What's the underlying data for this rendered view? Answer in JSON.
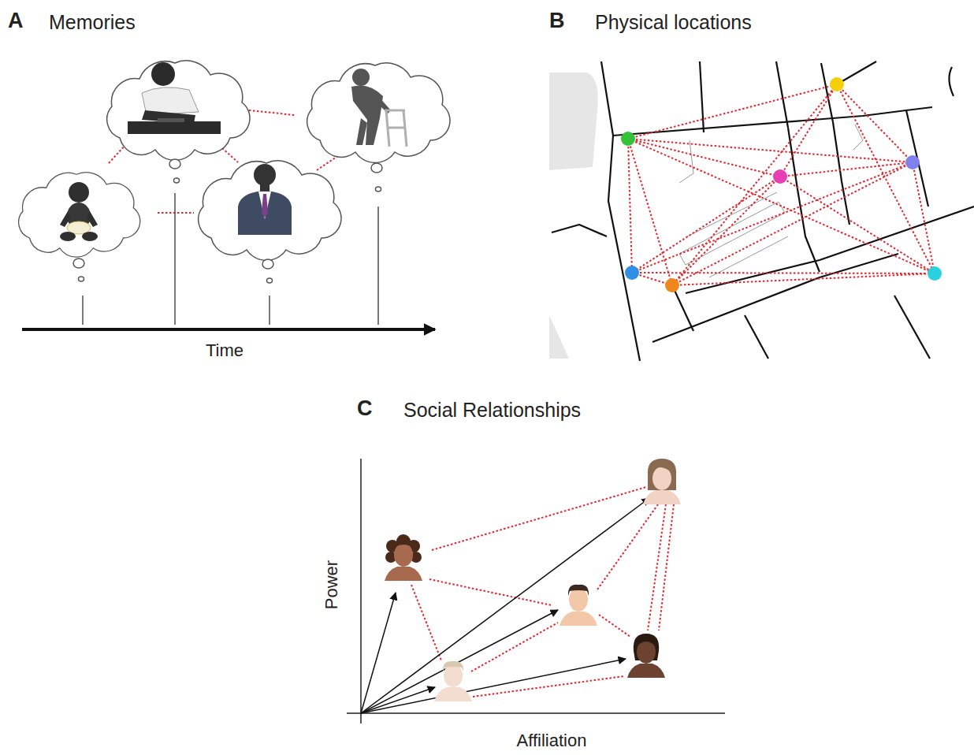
{
  "diagram": {
    "labels": [
      "A",
      "Memories",
      "B",
      "Physical locations",
      "C",
      "Social Relationships",
      "Time",
      "Power",
      "Affiliation"
    ]
  }
}
